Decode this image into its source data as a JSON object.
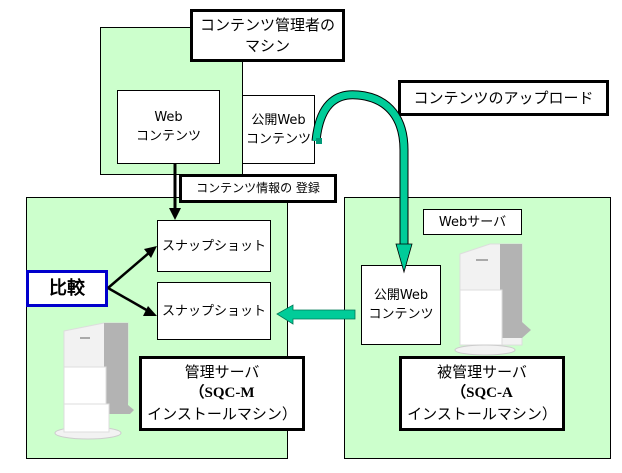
{
  "machines": {
    "admin_machine": {
      "label": "コンテンツ管理者の\nマシン"
    },
    "management_server": {
      "title": "管理サーバ",
      "product": "（SQC-M",
      "suffix": "インストールマシン）"
    },
    "web_server": {
      "label": "Webサーバ",
      "managed_title": "被管理サーバ",
      "product": "（SQC-A",
      "suffix": "インストールマシン）"
    }
  },
  "boxes": {
    "web_contents": "Web\nコンテンツ",
    "public_web_contents_admin": "公開Web\nコンテンツ",
    "public_web_contents_server": "公開Web\nコンテンツ",
    "snapshot_1": "スナップショット",
    "snapshot_2": "スナップショット",
    "compare": "比較"
  },
  "labels": {
    "register_info": "コンテンツ情報の 登録",
    "upload": "コンテンツのアップロード"
  },
  "colors": {
    "zone_fill": "#ccffcc",
    "arrow_teal": "#00cc99",
    "arrow_teal_dark": "#009977",
    "compare_border": "#0000cc"
  }
}
